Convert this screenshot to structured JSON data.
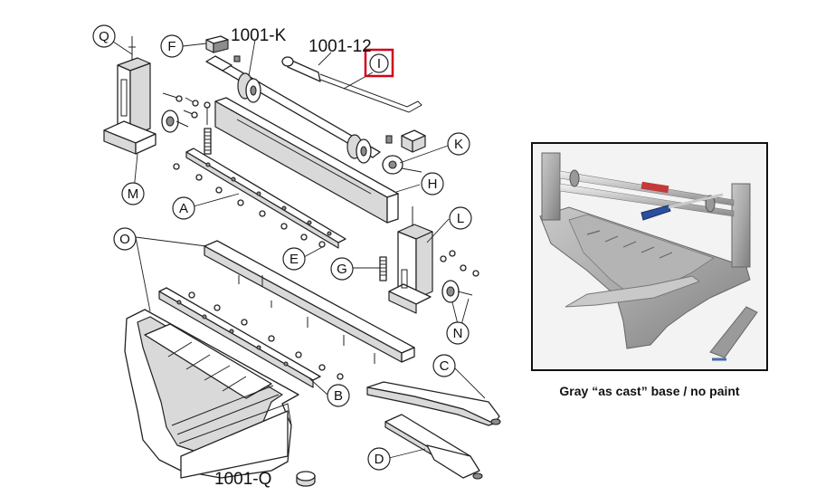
{
  "callouts": {
    "A": "A",
    "B": "B",
    "C": "C",
    "D": "D",
    "E": "E",
    "F": "F",
    "G": "G",
    "H": "H",
    "I": "I",
    "K": "K",
    "L": "L",
    "M": "M",
    "N": "N",
    "O": "O",
    "Q": "Q"
  },
  "part_numbers": {
    "p1001_k": "1001-K",
    "p1001_12": "1001-12",
    "p1001_q": "1001-Q"
  },
  "highlight_color": "#d0021b",
  "photo": {
    "caption": "Gray “as cast” base / no paint"
  }
}
